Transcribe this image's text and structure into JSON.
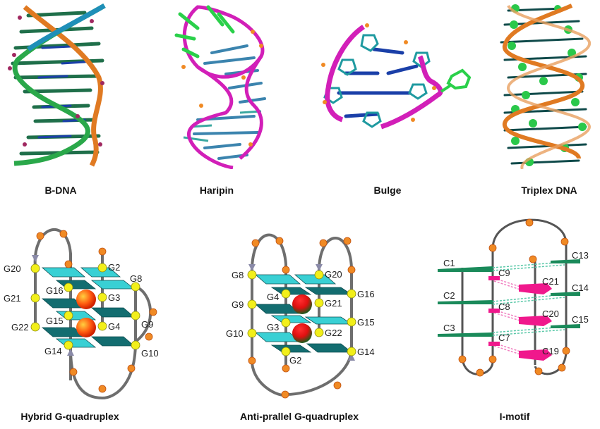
{
  "figure": {
    "panels": [
      {
        "id": "b-dna",
        "caption": "B-DNA",
        "kind": "3d-model"
      },
      {
        "id": "hairpin",
        "caption": "Haripin",
        "kind": "3d-model"
      },
      {
        "id": "bulge",
        "caption": "Bulge",
        "kind": "3d-model"
      },
      {
        "id": "triplex",
        "caption": "Triplex DNA",
        "kind": "3d-model"
      },
      {
        "id": "hybrid-g4",
        "caption": "Hybrid G-quadruplex",
        "kind": "schematic",
        "labels": [
          "G20",
          "G2",
          "G8",
          "G16",
          "G3",
          "G21",
          "G15",
          "G4",
          "G9",
          "G22",
          "G14",
          "G10"
        ]
      },
      {
        "id": "antiparallel-g4",
        "caption": "Anti-prallel G-quadruplex",
        "kind": "schematic",
        "labels": [
          "G8",
          "G20",
          "G4",
          "G16",
          "G9",
          "G21",
          "G15",
          "G3",
          "G10",
          "G22",
          "G14",
          "G2"
        ]
      },
      {
        "id": "i-motif",
        "caption": "I-motif",
        "kind": "schematic",
        "labels": [
          "C1",
          "C13",
          "C9",
          "C21",
          "C2",
          "C14",
          "C8",
          "C20",
          "C3",
          "C15",
          "C7",
          "C19"
        ]
      }
    ],
    "colors": {
      "backbone_gray": "#6e6e6e",
      "phosphate_orange": "#f08a24",
      "guanine_yellow": "#f2ef1a",
      "tetrad_light": "#39d0d4",
      "tetrad_dark": "#136d70",
      "ion_red": "#ff4a12",
      "cytosine_green": "#1a8a5a",
      "cytosine_pink": "#f0188c",
      "strand_magenta": "#d21fb8",
      "strand_orange": "#e07a22",
      "strand_teal": "#1f8fb8",
      "strand_green": "#2aa84a"
    }
  }
}
